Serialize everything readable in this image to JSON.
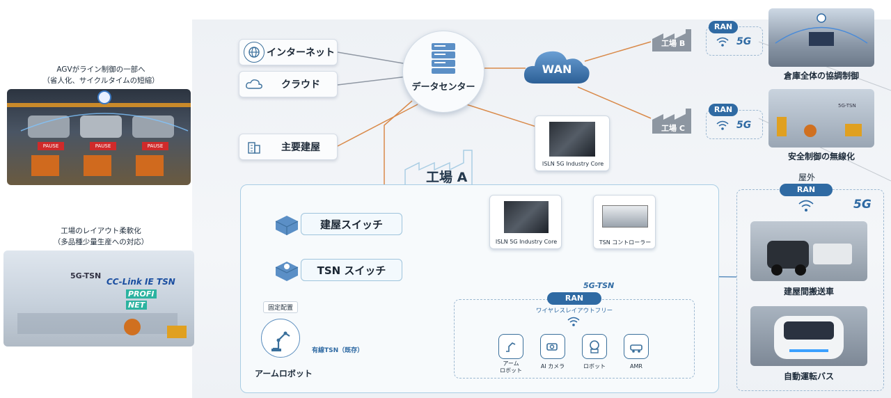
{
  "left": {
    "agv_caption_1": "AGVがライン制御の一部へ",
    "agv_caption_2": "（省人化、サイクルタイムの短縮）",
    "pause_label": "PAUSE",
    "layout_caption_1": "工場のレイアウト柔軟化",
    "layout_caption_2": "（多品種少量生産への対応）",
    "tsn_tag": "5G-TSN",
    "cclink": "CC-Link IE TSN",
    "profinet_1": "PROFI",
    "profinet_2": "NET"
  },
  "cloud_side": {
    "internet": "インターネット",
    "cloud": "クラウド",
    "building": "主要建屋",
    "datacenter": "データセンター",
    "wan": "WAN",
    "core_top": "ISLN 5G Industry Core"
  },
  "factories": {
    "b": "工場 B",
    "c": "工場 C",
    "ran": "RAN",
    "five_g": "5G"
  },
  "factory_a": {
    "title": "工場 A",
    "building_switch": "建屋スイッチ",
    "tsn_switch": "TSN スイッチ",
    "core": "ISLN 5G Industry Core",
    "tsn_controller": "TSN コントローラー",
    "fixed": "固定配置",
    "wired_tsn": "有線TSN（既存）",
    "arm_robot": "アームロボット",
    "five_g_tsn": "5G-TSN",
    "ran": "RAN",
    "wireless_free": "ワイヤレスレイアウトフリー",
    "devices": [
      {
        "label": "アーム\nロボット"
      },
      {
        "label": "AI カメラ"
      },
      {
        "label": "ロボット"
      },
      {
        "label": "AMR"
      }
    ]
  },
  "right": {
    "warehouse": "倉庫全体の協調制御",
    "safety": "安全制御の無線化",
    "outdoor": "屋外",
    "ran": "RAN",
    "five_g": "5G",
    "transport": "建屋間搬送車",
    "bus": "自動運転バス",
    "tsn_small": "5G-TSN"
  },
  "colors": {
    "orange_line": "#d98a4a",
    "blue_line": "#5d8fbf",
    "gray_line": "#8f97a3",
    "accent": "#2f6aa3"
  }
}
